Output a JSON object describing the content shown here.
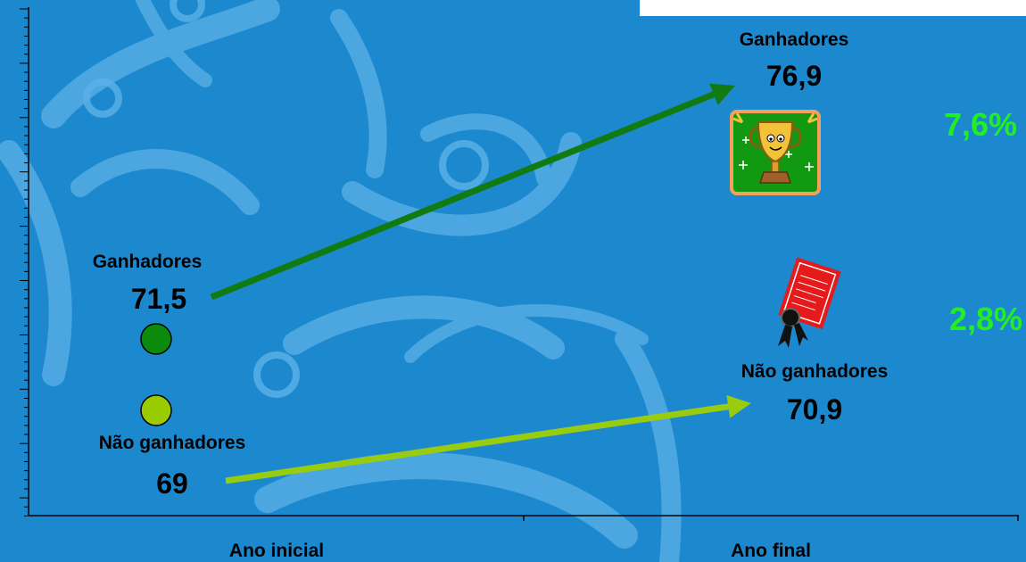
{
  "chart_data": {
    "type": "scatter",
    "categories": [
      "Ano inicial",
      "Ano final"
    ],
    "series": [
      {
        "name": "Ganhadores",
        "values": [
          71.5,
          76.9
        ],
        "labels": [
          "71,5",
          "76,9"
        ],
        "change": "7,6%",
        "color": "#0b8a0b"
      },
      {
        "name": "Não ganhadores",
        "values": [
          69,
          70.9
        ],
        "labels": [
          "69",
          "70,9"
        ],
        "change": "2,8%",
        "color": "#99cc00"
      }
    ],
    "xlabel": "",
    "ylabel": "",
    "grid": false,
    "legend": "none"
  },
  "icons": {
    "winner": "trophy-icon",
    "non_winner": "certificate-ribbon-icon"
  },
  "colors": {
    "background": "#1c89cf",
    "change_text": "#22ee22",
    "arrow_winner": "#117a11",
    "arrow_non_winner": "#99cc11"
  }
}
